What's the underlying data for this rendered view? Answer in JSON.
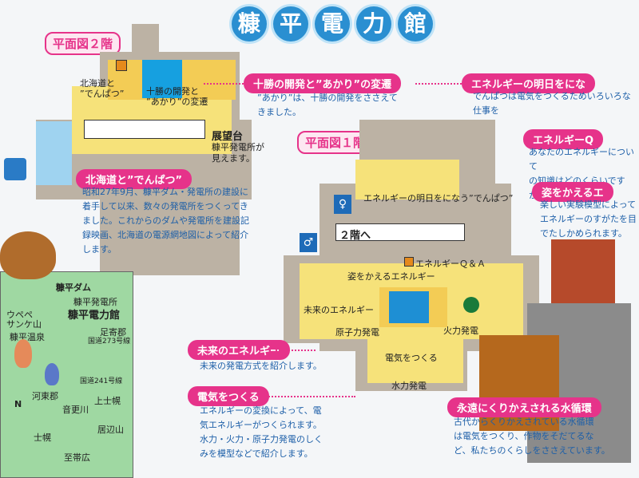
{
  "title_chars": [
    "糠",
    "平",
    "電",
    "力",
    "館"
  ],
  "floor2": {
    "label": "平面図２階",
    "hokkaido_label_line1": "北海道と",
    "hokkaido_label_line2": "”でんぱつ”",
    "tokachi_label_line1": "十勝の開発と",
    "tokachi_label_line2": "”あかり”の変遷",
    "observatory": "展望台",
    "observatory_desc_line1": "糠平発電所が",
    "observatory_desc_line2": "見えます。"
  },
  "floor1": {
    "label": "平面図１階",
    "energy_tomorrow": "エネルギーの明日をになう”でんぱつ”",
    "to_floor2": "２階へ",
    "energy_qa": "エネルギーＱ＆Ａ",
    "changing_energy": "姿をかえるエネルギー",
    "future_energy": "未来のエネルギー",
    "nuclear": "原子力発電",
    "thermal": "火力発電",
    "make_electricity": "電気をつくる",
    "hydro": "水力発電"
  },
  "callouts": {
    "tokachi": {
      "title": "十勝の開発と”あかり”の変遷",
      "desc_line1": "”あかり”は、十勝の開発をささえて",
      "desc_line2": "きました。"
    },
    "hokkaido": {
      "title": "北海道と”でんぱつ”",
      "desc": [
        "昭和27年9月、糠平ダム・発電所の建設に",
        "着手して以来、数々の発電所をつくってき",
        "ました。これからのダムや発電所を建設記",
        "録映画、北海道の電源網地図によって紹介",
        "します。"
      ]
    },
    "tomorrow": {
      "title": "エネルギーの明日をにな",
      "desc": "でんぱつは電気をつくるためいろいろな仕事を"
    },
    "qa": {
      "title": "エネルギーQ",
      "desc": [
        "あなたのエネルギーについて",
        "の知識はどのくらいですか？"
      ]
    },
    "change": {
      "title": "姿をかえるエ",
      "desc": [
        "楽しい実験模型によって",
        "エネルギーのすがたを目",
        "でたしかめられます。"
      ]
    },
    "future": {
      "title": "未来のエネルギー",
      "desc": "未来の発電方式を紹介します。"
    },
    "electricity": {
      "title": "電気をつくる",
      "desc": [
        "エネルギーの変換によって、電",
        "気エネルギーがつくられます。",
        "水力・火力・原子力発電のしく",
        "みを模型などで紹介します。"
      ]
    },
    "water": {
      "title": "永遠にくりかえされる水循環",
      "desc": [
        "古代からくりかえされている水循環",
        "は電気をつくり、作物をそだてるな",
        "ど、私たちのくらしをささえています。"
      ]
    }
  },
  "map": {
    "nukabira_dam": "糠平ダム",
    "station": "糠平発電所",
    "museum": "糠平電力館",
    "upepe": "ウペペ",
    "sankeyama": "サンケ山",
    "onsen": "糠平温泉",
    "kokudo273": "国道273号線",
    "ashoro": "足寄郡",
    "kokudo241": "国道241号線",
    "kato": "河東郡",
    "otofuke": "音更川",
    "kamishihoro": "上士幌",
    "shihoro": "士幌",
    "idenzan": "居辺山",
    "obihiro": "至帯広",
    "north": "N"
  },
  "colors": {
    "accent": "#e6338a",
    "title_blue": "#2a8fd1",
    "floor_yellow": "#f6e27a"
  }
}
